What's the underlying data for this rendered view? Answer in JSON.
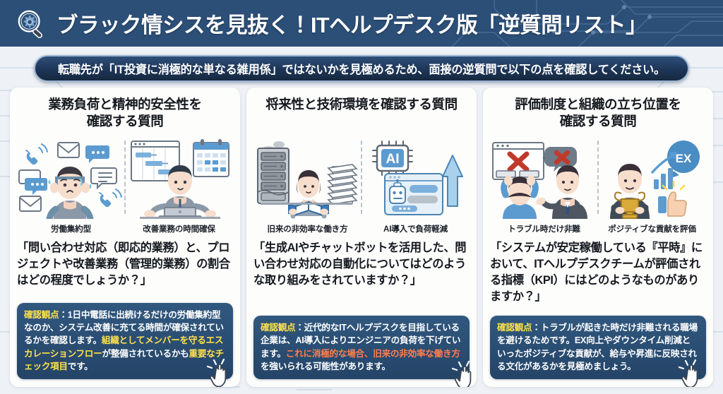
{
  "header": {
    "icon": "magnifier-gear-icon",
    "title": "ブラック情シスを見抜く！ITヘルプデスク版「逆質問リスト」",
    "bar_color": "#2c4f78"
  },
  "subtitle": {
    "text": "転職先が「IT投資に消極的な単なる雑用係」ではないかを見極めるため、面接の逆質問で以下の点を確認してください。",
    "pill_color": "#1d3557",
    "border_color": "#9ab6d4"
  },
  "columns": [
    {
      "title": "業務負荷と精神的安全性を\n確認する質問",
      "illustrations": [
        {
          "icon": "stressed-operator-icon",
          "caption": "労働集約型"
        },
        {
          "icon": "gantt-chart-worker-icon",
          "caption": "改善業務の時間確保"
        }
      ],
      "question": "「問い合わせ対応（即応的業務）と、プロジェクトや改善業務（管理的業務）の割合はどの程度でしょうか？」",
      "note": {
        "label": "確認観点",
        "segments": [
          {
            "text": "確認観点",
            "style": "yellow"
          },
          {
            "text": "：1日中電話に出続けるだけの労働集約型なのか、システム改善に充てる時間が確保されているかを確認します。",
            "style": "plain"
          },
          {
            "text": "組織としてメンバーを守るエスカレーションフロー",
            "style": "yellow"
          },
          {
            "text": "が整備されているかも",
            "style": "plain"
          },
          {
            "text": "重要なチェック項目",
            "style": "yellow"
          },
          {
            "text": "です。",
            "style": "plain"
          }
        ]
      }
    },
    {
      "title": "将来性と技術環境を確認する質問",
      "illustrations": [
        {
          "icon": "old-server-paperwork-icon",
          "caption": "旧来の非効率な働き方"
        },
        {
          "icon": "ai-chip-chatbot-icon",
          "caption": "AI導入で負荷軽減"
        }
      ],
      "question": "「生成AIやチャットボットを活用した、問い合わせ対応の自動化についてはどのような取り組みをされていますか？」",
      "note": {
        "label": "確認観点",
        "segments": [
          {
            "text": "確認観点",
            "style": "yellow"
          },
          {
            "text": "：近代的なITヘルプデスクを目指している企業は、AI導入によりエンジニアの負荷を下げています。",
            "style": "plain"
          },
          {
            "text": "これに消極的な場合、旧来の非効率な働き方",
            "style": "orange"
          },
          {
            "text": "を強いられる可能性があります。",
            "style": "plain"
          }
        ]
      }
    },
    {
      "title": "評価制度と組織の立ち位置を\n確認する質問",
      "illustrations": [
        {
          "icon": "error-blame-icon",
          "caption": "トラブル時だけ非難"
        },
        {
          "icon": "trophy-growth-icon",
          "caption": "ポジティブな貢献を評価"
        }
      ],
      "question": "「システムが安定稼働している『平時』において、ITヘルプデスクチームが評価される指標（KPI）にはどのようなものがありますか？」",
      "note": {
        "label": "確認観点",
        "segments": [
          {
            "text": "確認観点",
            "style": "yellow"
          },
          {
            "text": "：トラブルが起きた時だけ非難される職場を避けるためです。EX向上やダウンタイム削減といったポジティブな貢献が、給与や昇進に反映される文化があるかを見極めましょう。",
            "style": "plain"
          }
        ]
      }
    }
  ],
  "colors": {
    "accent_blue": "#2c4f78",
    "note_blue": "#2b4e76",
    "keyword_yellow": "#ffe14d",
    "keyword_orange": "#ff7d4d",
    "card_bg": "#fdfdfc",
    "page_bg": "#eef1f5"
  }
}
